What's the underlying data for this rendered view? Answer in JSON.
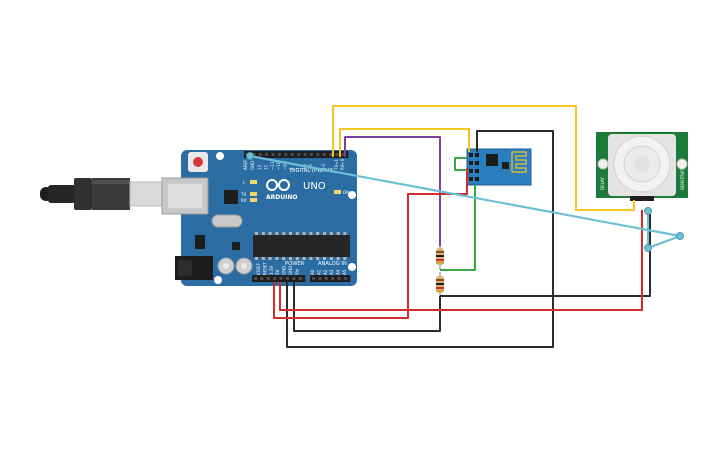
{
  "arduino": {
    "logo_text": "ARDUINO",
    "model": "UNO",
    "header_digital": "DIGITAL (PWM~)",
    "header_power": "POWER",
    "header_analog": "ANALOG IN",
    "on_label": "ON",
    "tx_label": "TX",
    "rx_label": "RX",
    "l_label": "L",
    "aref_label": "AREF",
    "gnd_label": "GND",
    "digital_pins": [
      "13",
      "12",
      "~11",
      "~10",
      "~9",
      "8",
      "7",
      "~6",
      "~5",
      "4",
      "~3",
      "2",
      "TX→1",
      "RX←0"
    ],
    "power_pins": [
      "IOREF",
      "RESET",
      "3.3V",
      "5V",
      "GND",
      "GND",
      "Vin"
    ],
    "analog_pins": [
      "A0",
      "A1",
      "A2",
      "A3",
      "A4",
      "A5"
    ]
  },
  "pir_sensor": {
    "left_label": "DELAY",
    "right_label": "SENSITIVITY"
  },
  "colors": {
    "board_blue": "#2b6ca3",
    "wire_yellow": "#f3c521",
    "wire_purple": "#7b3fa0",
    "wire_black": "#2b2b2b",
    "wire_red": "#d42a2a",
    "wire_green": "#3aa842",
    "wire_cyan": "#6cc0d4",
    "pir_green": "#1e7a3a",
    "esp_blue": "#2b7fbf"
  },
  "icons": [
    "usb-cable-icon",
    "resistor-icon",
    "wifi-module-icon",
    "pir-dome-icon"
  ]
}
